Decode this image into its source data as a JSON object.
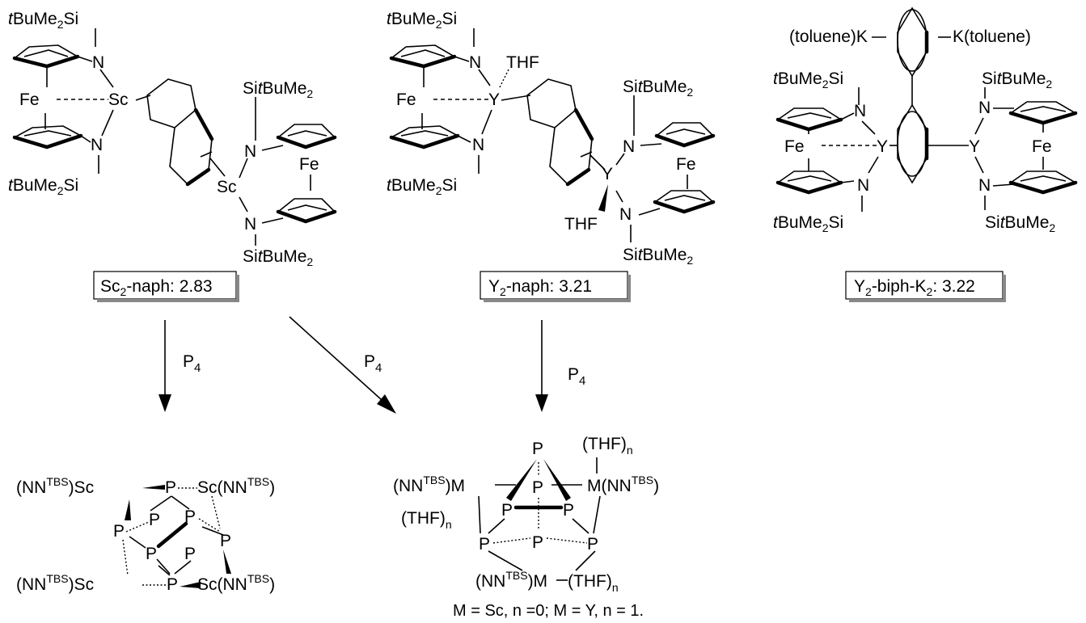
{
  "complexes": [
    {
      "caption_main": "Sc",
      "caption_sub": "2",
      "caption_rest": "-naph: 2.83",
      "metal_left": "Sc",
      "metal_right": "Sc",
      "fe": "Fe",
      "n": "N",
      "tbu_tl": "tBuMe2Si",
      "sitbu": "SitBuMe2"
    },
    {
      "caption_main": "Y",
      "caption_sub": "2",
      "caption_rest": "-naph: 3.21",
      "metal": "Y",
      "thf": "THF"
    },
    {
      "caption_main": "Y",
      "caption_sub": "2",
      "caption_rest": "-biph-K",
      "caption_sub2": "2",
      "caption_rest2": ": 3.22",
      "k_left": "(toluene)K",
      "k_right": "K(toluene)",
      "metal": "Y"
    }
  ],
  "reagent": "P",
  "reagent_sub": "4",
  "products": {
    "left": {
      "tl": "(NN",
      "sup": "TBS",
      "sc": ")Sc",
      "sc_r": "Sc(NN",
      "close": ")",
      "p": "P"
    },
    "right": {
      "m_l": "(NN",
      "sup": "TBS",
      "m": ")M",
      "m_r": "M(NN",
      "thf": "(THF)",
      "n_sub": "n",
      "close": ")",
      "p": "P"
    },
    "note": "M = Sc, n =0; M = Y, n = 1."
  }
}
